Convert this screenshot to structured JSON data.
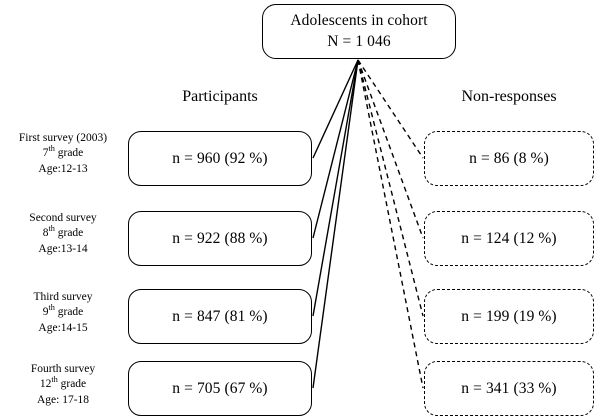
{
  "diagram": {
    "root": {
      "line1": "Adolescents in cohort",
      "line2": "N = 1 046"
    },
    "headers": {
      "participants": "Participants",
      "nonresponses": "Non-responses"
    },
    "rows": [
      {
        "label": {
          "survey": "First survey (2003)",
          "grade_number": "7",
          "grade_suffix": "th",
          "grade_word": " grade",
          "age": "Age:12-13"
        },
        "participants": "n = 960 (92 %)",
        "nonresponses": "n = 86 (8 %)"
      },
      {
        "label": {
          "survey": "Second survey",
          "grade_number": "8",
          "grade_suffix": "th",
          "grade_word": " grade",
          "age": "Age:13-14"
        },
        "participants": "n = 922 (88 %)",
        "nonresponses": "n = 124 (12 %)"
      },
      {
        "label": {
          "survey": "Third survey",
          "grade_number": "9",
          "grade_suffix": "th",
          "grade_word": " grade",
          "age": "Age:14-15"
        },
        "participants": "n = 847 (81 %)",
        "nonresponses": "n = 199 (19 %)"
      },
      {
        "label": {
          "survey": "Fourth survey",
          "grade_number": "12",
          "grade_suffix": "th",
          "grade_word": " grade",
          "age": "Age: 17-18"
        },
        "participants": "n = 705 (67 %)",
        "nonresponses": "n = 341 (33 %)"
      }
    ],
    "colors": {
      "stroke": "#000000",
      "background": "#ffffff"
    }
  }
}
